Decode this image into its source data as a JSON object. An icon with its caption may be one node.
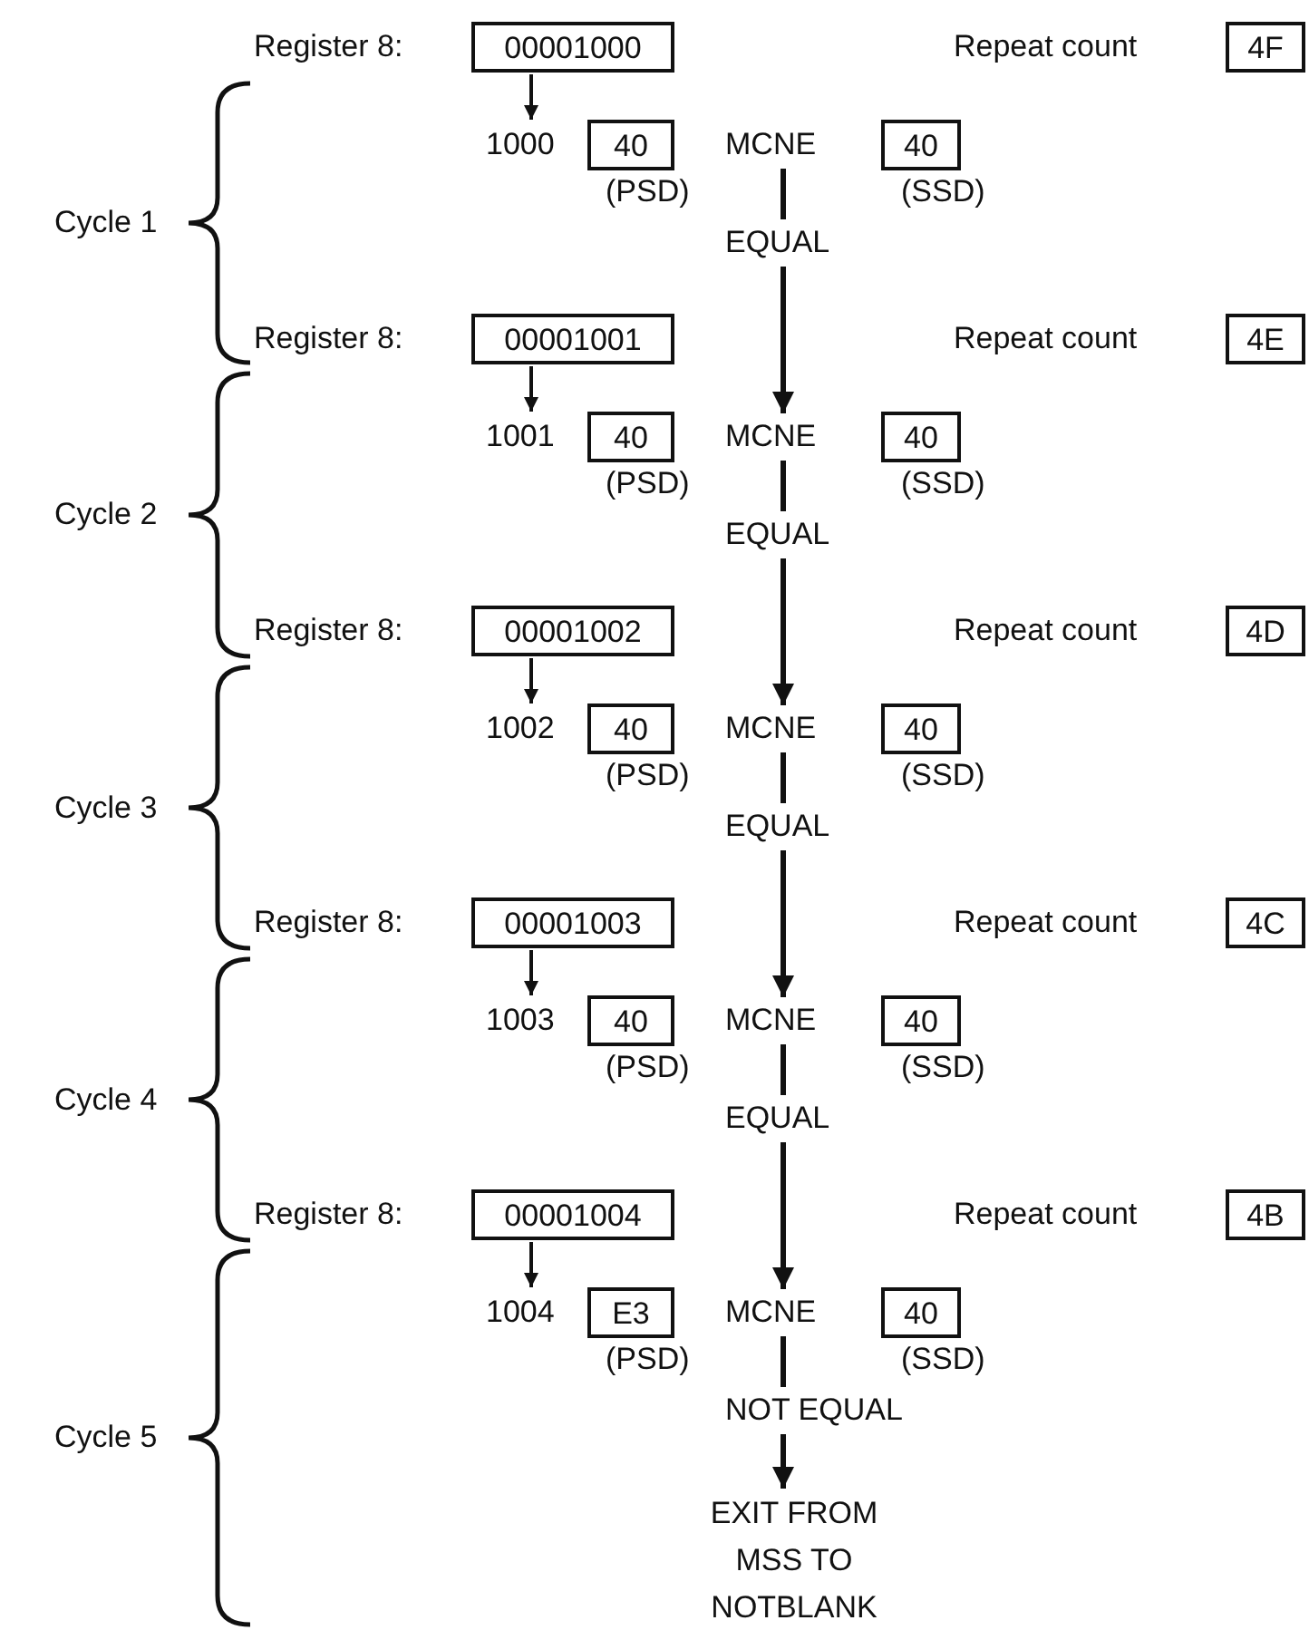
{
  "diagram": {
    "nodes": [
      {
        "text": [
          "00001000"
        ],
        "beside": [
          "Register 8:"
        ]
      },
      {
        "text": [
          "4F"
        ],
        "beside": [
          "Repeat count"
        ]
      },
      {
        "text": [
          "40"
        ],
        "beside": [
          "1000",
          "(PSD)"
        ]
      },
      {
        "text": [
          "MCNE"
        ]
      },
      {
        "text": [
          "40"
        ],
        "beside": [
          "(SSD)"
        ]
      },
      {
        "text": [
          "EQUAL"
        ]
      },
      {
        "text": [
          "00001001"
        ],
        "beside": [
          "Register 8:"
        ]
      },
      {
        "text": [
          "4E"
        ],
        "beside": [
          "Repeat count"
        ]
      },
      {
        "text": [
          "40"
        ],
        "beside": [
          "1001",
          "(PSD)"
        ]
      },
      {
        "text": [
          "MCNE"
        ]
      },
      {
        "text": [
          "40"
        ],
        "beside": [
          "(SSD)"
        ]
      },
      {
        "text": [
          "EQUAL"
        ]
      },
      {
        "text": [
          "00001002"
        ],
        "beside": [
          "Register 8:"
        ]
      },
      {
        "text": [
          "4D"
        ],
        "beside": [
          "Repeat count"
        ]
      },
      {
        "text": [
          "40"
        ],
        "beside": [
          "1002",
          "(PSD)"
        ]
      },
      {
        "text": [
          "MCNE"
        ]
      },
      {
        "text": [
          "40"
        ],
        "beside": [
          "(SSD)"
        ]
      },
      {
        "text": [
          "EQUAL"
        ]
      },
      {
        "text": [
          "00001003"
        ],
        "beside": [
          "Register 8:"
        ]
      },
      {
        "text": [
          "4C"
        ],
        "beside": [
          "Repeat count"
        ]
      },
      {
        "text": [
          "40"
        ],
        "beside": [
          "1003",
          "(PSD)"
        ]
      },
      {
        "text": [
          "MCNE"
        ]
      },
      {
        "text": [
          "40"
        ],
        "beside": [
          "(SSD)"
        ]
      },
      {
        "text": [
          "EQUAL"
        ]
      },
      {
        "text": [
          "00001004"
        ],
        "beside": [
          "Register 8:"
        ]
      },
      {
        "text": [
          "4B"
        ],
        "beside": [
          "Repeat count"
        ]
      },
      {
        "text": [
          "E3"
        ],
        "beside": [
          "1004",
          "(PSD)"
        ]
      },
      {
        "text": [
          "MCNE"
        ]
      },
      {
        "text": [
          "40"
        ],
        "beside": [
          "(SSD)"
        ]
      },
      {
        "text": [
          "NOT EQUAL"
        ]
      },
      {
        "text": [
          "EXIT FROM MSS TO NOTBLANK"
        ]
      }
    ],
    "edges": [
      {
        "from": 0,
        "to": 2,
        "arrow": "to"
      },
      {
        "from": 3,
        "to": 5,
        "arrow": "none"
      },
      {
        "from": 5,
        "to": 9,
        "arrow": "to"
      },
      {
        "from": 6,
        "to": 8,
        "arrow": "to"
      },
      {
        "from": 9,
        "to": 11,
        "arrow": "none"
      },
      {
        "from": 11,
        "to": 15,
        "arrow": "to"
      },
      {
        "from": 12,
        "to": 14,
        "arrow": "to"
      },
      {
        "from": 15,
        "to": 17,
        "arrow": "none"
      },
      {
        "from": 17,
        "to": 21,
        "arrow": "to"
      },
      {
        "from": 18,
        "to": 20,
        "arrow": "to"
      },
      {
        "from": 21,
        "to": 23,
        "arrow": "none"
      },
      {
        "from": 23,
        "to": 27,
        "arrow": "to"
      },
      {
        "from": 24,
        "to": 26,
        "arrow": "to"
      },
      {
        "from": 27,
        "to": 29,
        "arrow": "none"
      },
      {
        "from": 29,
        "to": 30,
        "arrow": "to"
      }
    ],
    "labels": [
      "Cycle 1",
      "Cycle 2",
      "Cycle 3",
      "Cycle 4",
      "Cycle 5"
    ]
  }
}
